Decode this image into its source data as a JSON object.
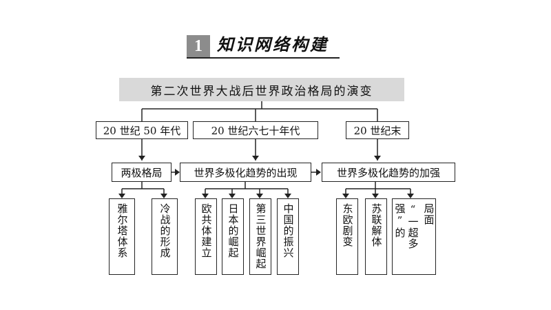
{
  "header": {
    "number": "1",
    "title": "知识网络构建"
  },
  "main_title": "第二次世界大战后世界政治格局的演变",
  "periods": [
    "20 世纪 50 年代",
    "20 世纪六七十年代",
    "20 世纪末"
  ],
  "stages": [
    "两极格局",
    "世界多极化趋势的出现",
    "世界多极化趋势的加强"
  ],
  "leaves": {
    "bipolar": [
      "雅尔塔体系",
      "冷战的形成"
    ],
    "emergence": [
      "欧共体建立",
      "日本的崛起",
      "第三世界崛起",
      "中国的振兴"
    ],
    "strengthening": [
      "东欧剧变",
      "苏联解体"
    ],
    "unipolar": {
      "col_right": "局面",
      "col_left": "“一超多强”的"
    }
  }
}
